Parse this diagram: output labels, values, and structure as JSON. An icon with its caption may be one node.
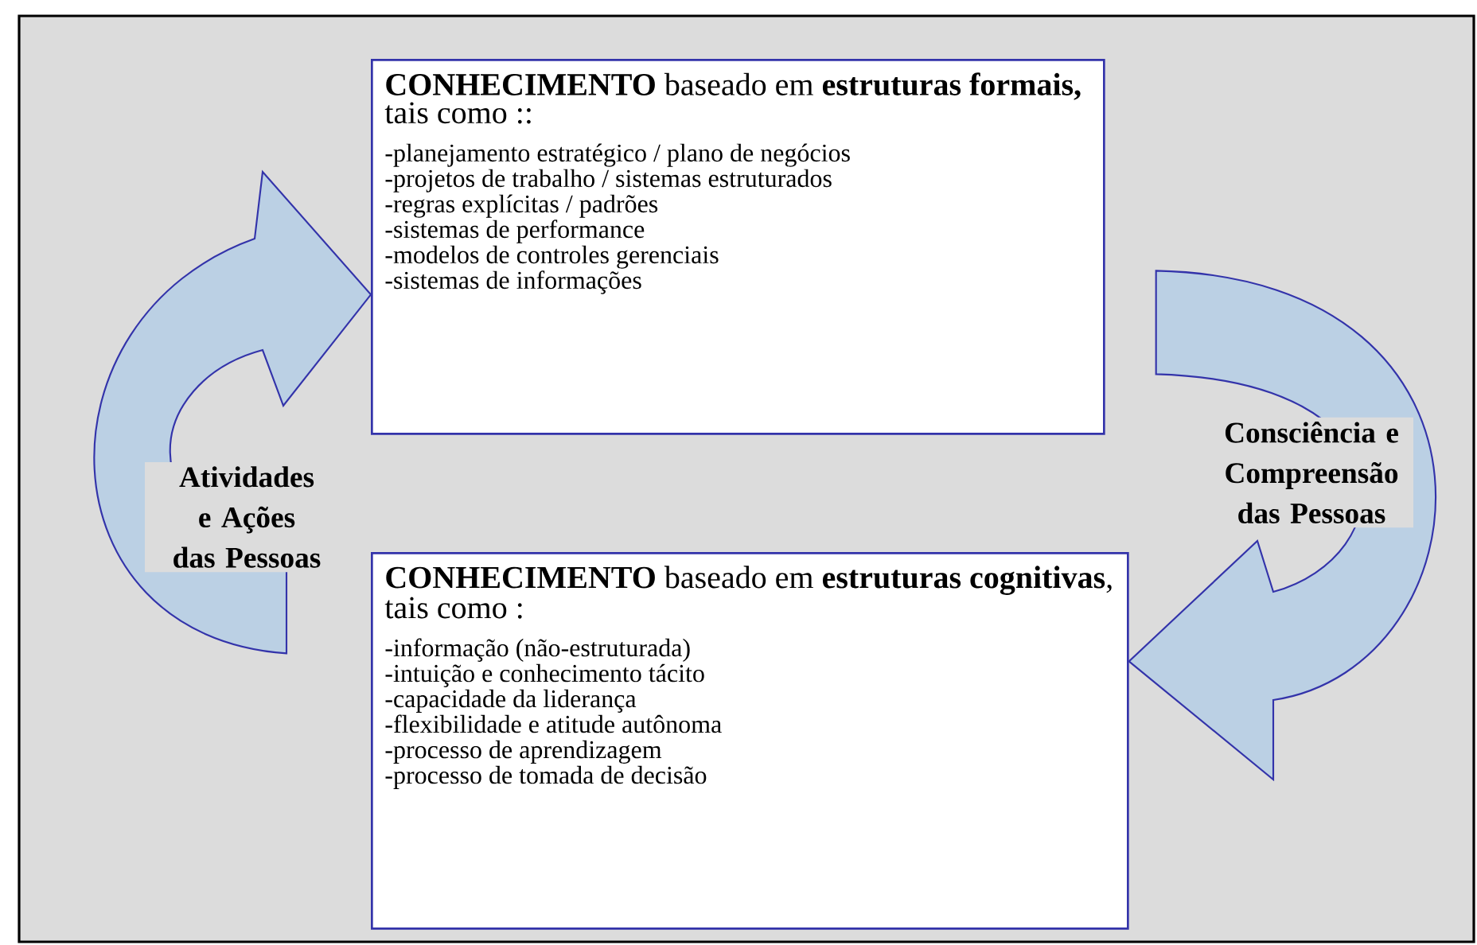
{
  "diagram": {
    "nodes": [
      {
        "text": [
          "**CONHECIMENTO** baseado em **estruturas formais,** tais como ::",
          "-planejamento estratégico / plano de negócios",
          "-projetos de trabalho / sistemas estruturados",
          "-regras explícitas / padrões",
          "-sistemas de performance",
          "-modelos de controles gerenciais",
          "-sistemas de informações"
        ]
      },
      {
        "text": [
          "**CONHECIMENTO** baseado em **estruturas cognitivas**, tais como :",
          "-informação (não-estruturada)",
          "-intuição e conhecimento tácito",
          "-capacidade da liderança",
          "-flexibilidade e atitude autônoma",
          "-processo de aprendizagem",
          "-processo de tomada de decisão"
        ]
      }
    ],
    "edges": [
      {
        "from": 1,
        "to": 0,
        "arrow": "to",
        "label": "Atividades e Ações das Pessoas"
      },
      {
        "from": 0,
        "to": 1,
        "arrow": "to",
        "label": "Consciência e Compreensão das Pessoas"
      }
    ]
  }
}
